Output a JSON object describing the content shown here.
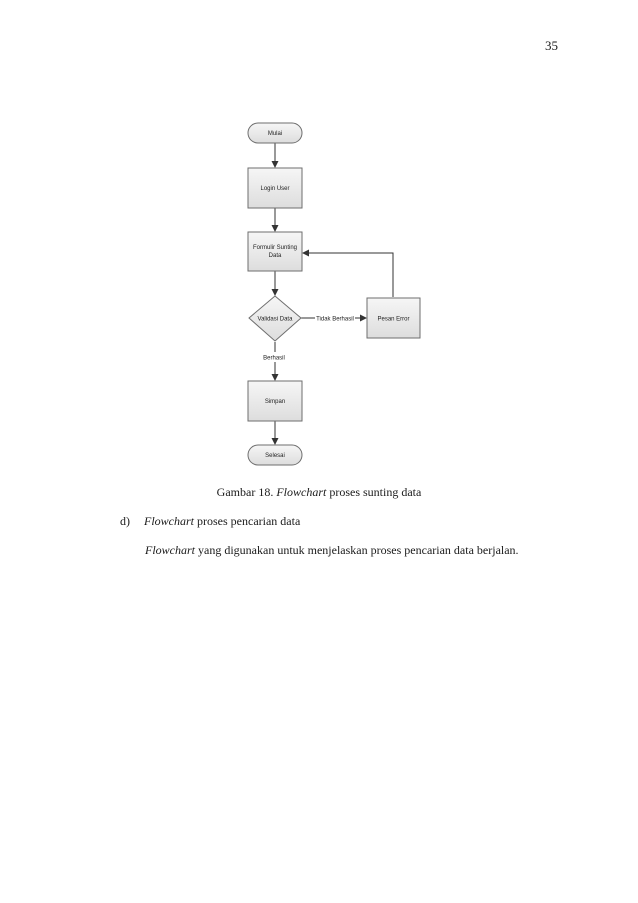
{
  "page_number": "35",
  "flowchart": {
    "nodes": [
      {
        "id": "start",
        "shape": "terminal",
        "label": "Mulai"
      },
      {
        "id": "login",
        "shape": "process",
        "label": "Login User"
      },
      {
        "id": "form",
        "shape": "process",
        "label_lines": [
          "Formulir Sunting",
          "Data"
        ]
      },
      {
        "id": "validate",
        "shape": "decision",
        "label": "Validasi Data"
      },
      {
        "id": "error",
        "shape": "process",
        "label": "Pesan Error"
      },
      {
        "id": "save",
        "shape": "process",
        "label": "Simpan"
      },
      {
        "id": "end",
        "shape": "terminal",
        "label": "Selesai"
      }
    ],
    "edges": [
      {
        "from": "start",
        "to": "login",
        "label": ""
      },
      {
        "from": "login",
        "to": "form",
        "label": ""
      },
      {
        "from": "form",
        "to": "validate",
        "label": ""
      },
      {
        "from": "validate",
        "to": "error",
        "label": "Tidak Berhasil"
      },
      {
        "from": "error",
        "to": "form",
        "label": ""
      },
      {
        "from": "validate",
        "to": "save",
        "label": "Berhasil"
      },
      {
        "from": "save",
        "to": "end",
        "label": ""
      }
    ],
    "colors": {
      "fill": "#ececec",
      "stroke": "#6e6e6e",
      "arrow": "#333333"
    }
  },
  "caption": {
    "prefix": "Gambar 18. ",
    "italic": "Flowchart",
    "rest": " proses sunting data"
  },
  "subsection": {
    "number": "d)",
    "italic": "Flowchart",
    "rest": " proses pencarian data"
  },
  "paragraph": {
    "italic": "Flowchart",
    "rest": " yang digunakan untuk menjelaskan proses pencarian data berjalan."
  }
}
